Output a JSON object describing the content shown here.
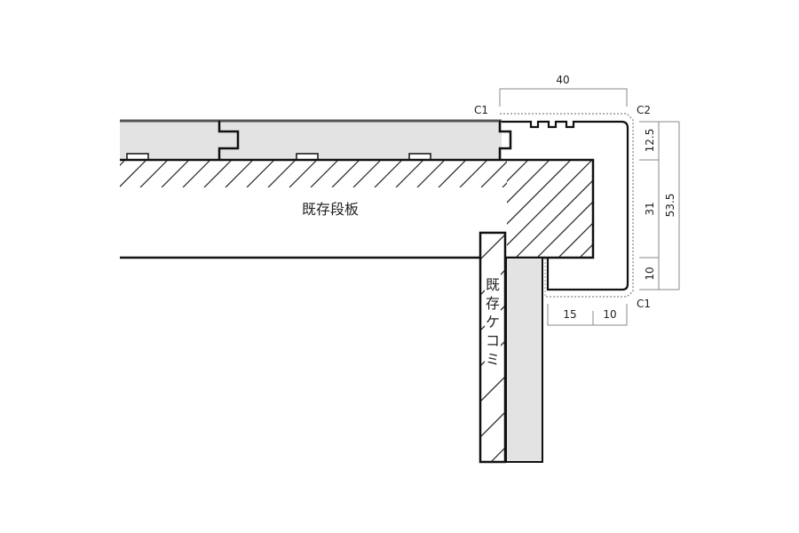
{
  "labels": {
    "tread": "既存段板",
    "riser": [
      "既",
      "存",
      "ケ",
      "コ",
      "ミ"
    ],
    "c1_top": "C1",
    "c2": "C2",
    "c1_bottom": "C1"
  },
  "dimensions": {
    "width_top": "40",
    "height_top": "12.5",
    "height_mid": "31",
    "height_bottom": "10",
    "height_total": "53.5",
    "bottom_left": "15",
    "bottom_right": "10"
  },
  "colors": {
    "board_fill": "#e3e3e3",
    "line": "#1a1a1a",
    "dim_line": "#888888"
  }
}
